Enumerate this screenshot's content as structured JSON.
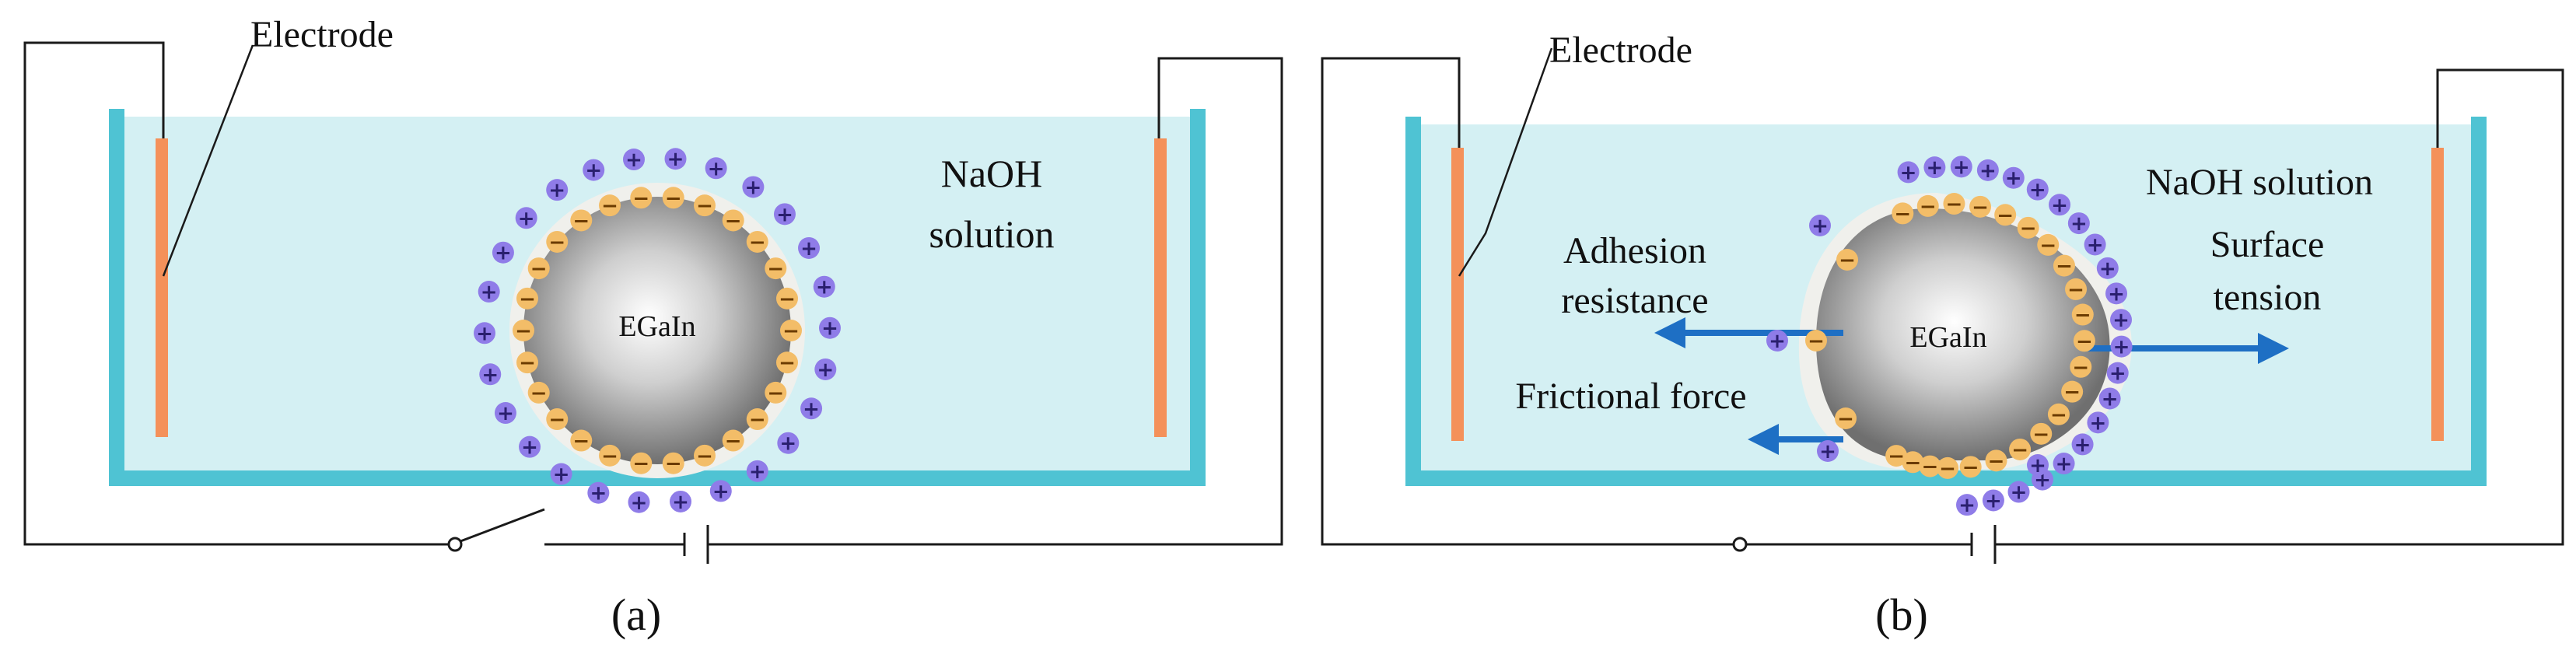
{
  "panels": [
    {
      "id": "a",
      "caption": "(a)",
      "electrode_label": "Electrode",
      "solution_label": [
        "NaOH",
        "solution"
      ],
      "droplet_label": "EGaIn",
      "force_labels": []
    },
    {
      "id": "b",
      "caption": "(b)",
      "electrode_label": "Electrode",
      "solution_label": [
        "NaOH solution"
      ],
      "droplet_label": "EGaIn",
      "force_labels": [
        [
          "Adhesion",
          "resistance"
        ],
        [
          "Surface",
          "tension"
        ],
        [
          "Frictional force"
        ]
      ]
    }
  ],
  "ion_signs": {
    "positive": "+",
    "negative": "−"
  },
  "colors": {
    "solution": "#d4f0f3",
    "tank_wall": "#4fc3d3",
    "electrode": "#f4915a",
    "cation": "#8f7ce8",
    "anion": "#f3bd68",
    "arrow": "#1e6fc4",
    "wire": "#1a1a1a"
  }
}
